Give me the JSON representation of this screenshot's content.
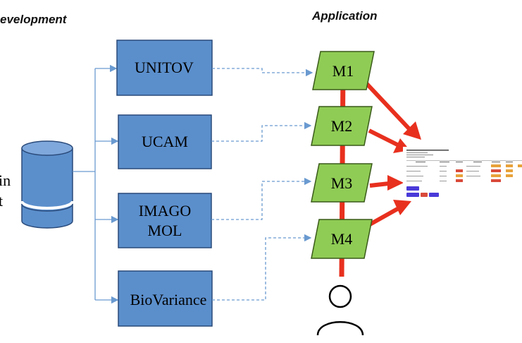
{
  "headers": {
    "development": "evelopment",
    "application": "Application"
  },
  "database_label": {
    "line1": "in",
    "line2": "t"
  },
  "partners": [
    {
      "label": "UNITOV"
    },
    {
      "label": "UCAM"
    },
    {
      "label": "IMAGO",
      "label2": "MOL"
    },
    {
      "label": "BioVariance"
    }
  ],
  "modules": [
    {
      "label": "M1"
    },
    {
      "label": "M2"
    },
    {
      "label": "M3"
    },
    {
      "label": "M4"
    }
  ],
  "colors": {
    "box_fill": "#5b8fcc",
    "box_stroke": "#2a4a7a",
    "module_fill": "#8fcc55",
    "module_stroke": "#3a5a1a",
    "arrow_red": "#e8301e",
    "connector_blue": "#6a9ad0",
    "cylinder_fill": "#5b8fcc"
  },
  "icons": {
    "database": "database-cylinder-icon",
    "user": "user-icon",
    "app": "app-screenshot-thumbnail"
  }
}
